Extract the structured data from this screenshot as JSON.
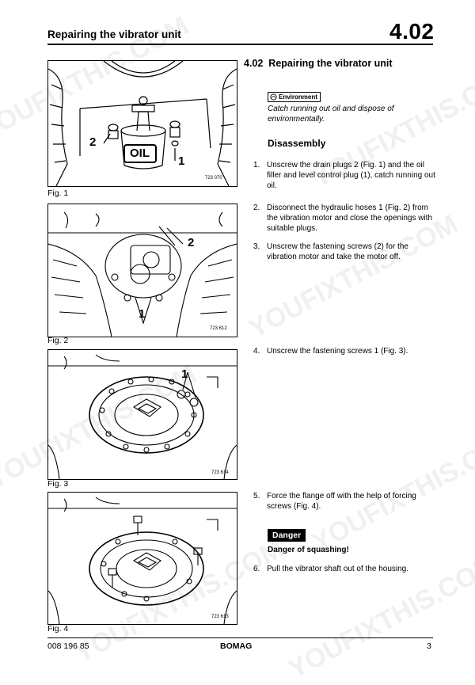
{
  "header": {
    "title": "Repairing the vibrator unit",
    "section_number": "4.02"
  },
  "section": {
    "number": "4.02",
    "title": "Repairing the vibrator unit"
  },
  "environment": {
    "label": "Environment",
    "text": "Catch running out oil and dispose of environmentally."
  },
  "subheading": "Disassembly",
  "steps": [
    {
      "n": "1.",
      "text": "Unscrew the drain plugs 2 (Fig. 1) and the oil filler and level control plug (1), catch running out oil."
    },
    {
      "n": "2.",
      "text": "Disconnect the hydraulic hoses 1 (Fig. 2) from the vibration motor and close the openings with suitable plugs."
    },
    {
      "n": "3.",
      "text": "Unscrew the fastening screws (2) for the vibration motor and take the motor off."
    },
    {
      "n": "4.",
      "text": "Unscrew the fastening screws 1 (Fig. 3)."
    },
    {
      "n": "5.",
      "text": "Force the flange off with the help of forcing screws (Fig. 4)."
    },
    {
      "n": "6.",
      "text": "Pull the vibrator shaft out of the housing."
    }
  ],
  "danger": {
    "label": "Danger",
    "text": "Danger of squashing!"
  },
  "figures": [
    {
      "caption": "Fig. 1",
      "code": "723 070",
      "labels": [
        "2",
        "1"
      ],
      "oil_label": "OIL"
    },
    {
      "caption": "Fig. 2",
      "code": "723 612",
      "labels": [
        "2",
        "1"
      ]
    },
    {
      "caption": "Fig. 3",
      "code": "723 614",
      "labels": [
        "1"
      ]
    },
    {
      "caption": "Fig. 4",
      "code": "723 613",
      "labels": []
    }
  ],
  "footer": {
    "doc_number": "008 196 85",
    "brand": "BOMAG",
    "page": "3"
  },
  "watermark": "YOUFIXTHIS.COM"
}
